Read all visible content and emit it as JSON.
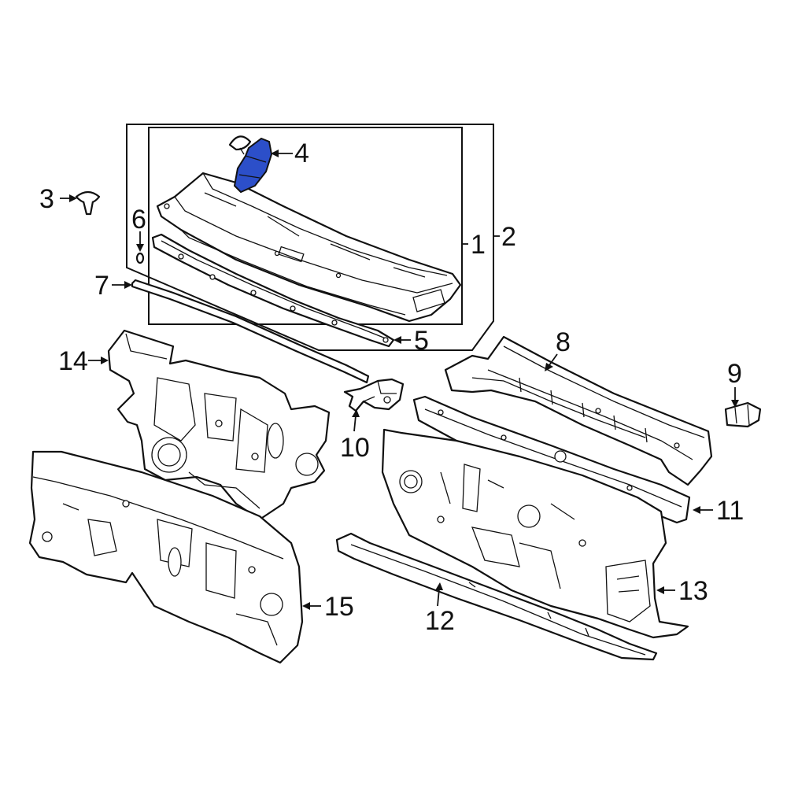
{
  "callouts": {
    "c1": "1",
    "c2": "2",
    "c3": "3",
    "c4": "4",
    "c5": "5",
    "c6": "6",
    "c7": "7",
    "c8": "8",
    "c9": "9",
    "c10": "10",
    "c11": "11",
    "c12": "12",
    "c13": "13",
    "c14": "14",
    "c15": "15"
  },
  "colors": {
    "highlight_part": "#2c4fc9",
    "line": "#111111",
    "background": "#ffffff"
  }
}
